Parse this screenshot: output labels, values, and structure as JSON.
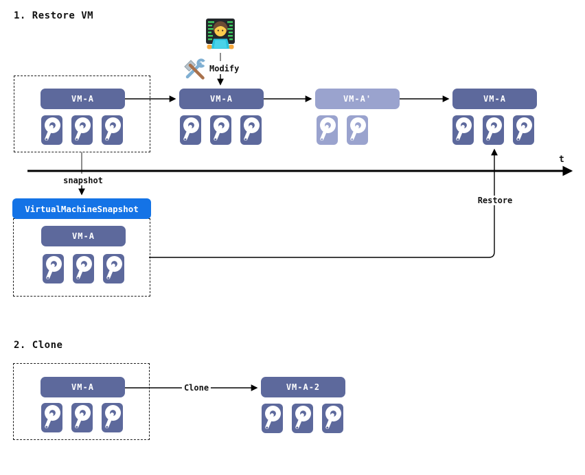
{
  "colors": {
    "vm": "#5d699c",
    "vm_light": "#9aa3ce",
    "snapshot_blue": "#1473e6",
    "line": "#000000",
    "line_gray": "#5a5a5a"
  },
  "sections": {
    "restore": {
      "title": "1. Restore VM"
    },
    "clone": {
      "title": "2. Clone"
    }
  },
  "nodes": {
    "vm_source": {
      "label": "VM-A",
      "disks": 3
    },
    "vm_modified": {
      "label": "VM-A",
      "disks": 3
    },
    "vm_prime": {
      "label": "VM-A'",
      "disks": 2
    },
    "vm_restored": {
      "label": "VM-A",
      "disks": 3
    },
    "snapshot_resource": {
      "label": "VirtualMachineSnapshot"
    },
    "vm_in_snapshot": {
      "label": "VM-A",
      "disks": 3
    },
    "vm_clone_source": {
      "label": "VM-A",
      "disks": 3
    },
    "vm_clone_target": {
      "label": "VM-A-2",
      "disks": 3
    }
  },
  "edges": {
    "modify_label": "Modify",
    "snapshot_label": "snapshot",
    "restore_label": "Restore",
    "clone_label": "Clone",
    "timeline_label": "t"
  },
  "icons": {
    "technologist": "technologist-at-computer",
    "hammer_wrench": "hammer-and-wrench",
    "disk": "hard-disk"
  }
}
